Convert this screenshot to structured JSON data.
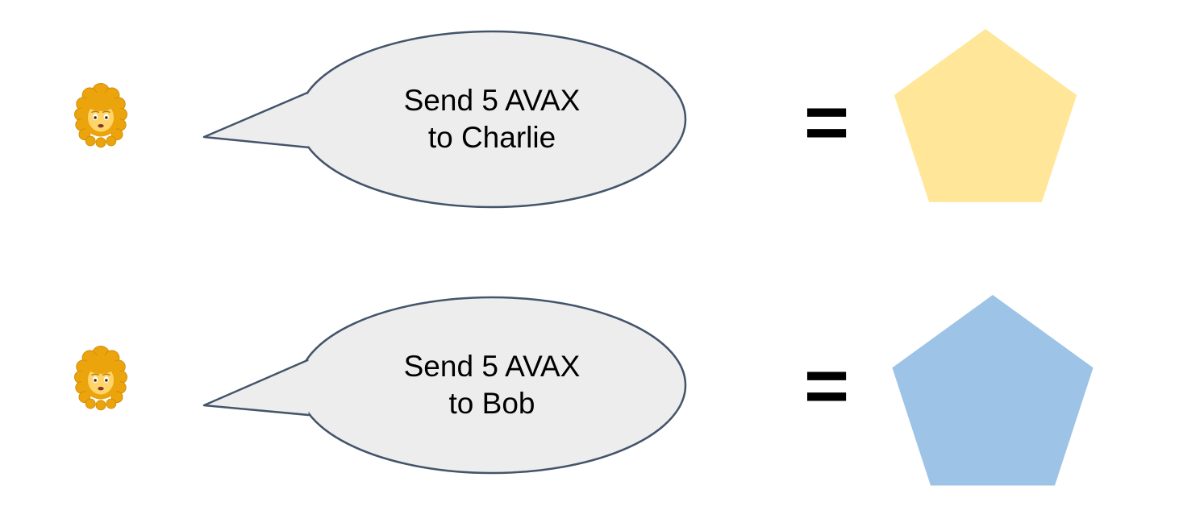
{
  "rows": [
    {
      "speaker_icon": "woman-curly-hair-emoji",
      "bubble": {
        "line1": "Send 5 AVAX",
        "line2": "to Charlie"
      },
      "equals_sign": "=",
      "pentagon": {
        "icon": "yellow-pentagon",
        "fill": "#FFE699"
      }
    },
    {
      "speaker_icon": "woman-curly-hair-emoji",
      "bubble": {
        "line1": "Send 5 AVAX",
        "line2": "to Bob"
      },
      "equals_sign": "=",
      "pentagon": {
        "icon": "blue-pentagon",
        "fill": "#9DC3E6"
      }
    }
  ],
  "colors": {
    "background": "#FFFFFF",
    "bubble_fill": "#EDEDED",
    "bubble_border": "#44546A",
    "text": "#000000"
  }
}
